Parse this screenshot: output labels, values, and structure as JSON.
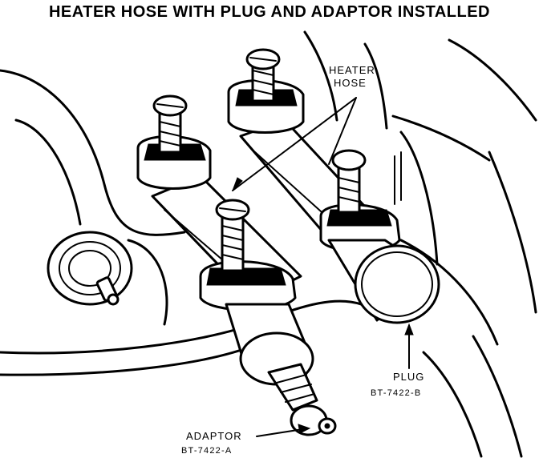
{
  "title": "HEATER HOSE WITH PLUG AND ADAPTOR INSTALLED",
  "labels": {
    "heater_hose_line1": "HEATER",
    "heater_hose_line2": "HOSE",
    "plug_name": "PLUG",
    "plug_part": "BT-7422-B",
    "adaptor_name": "ADAPTOR",
    "adaptor_part": "BT-7422-A"
  }
}
